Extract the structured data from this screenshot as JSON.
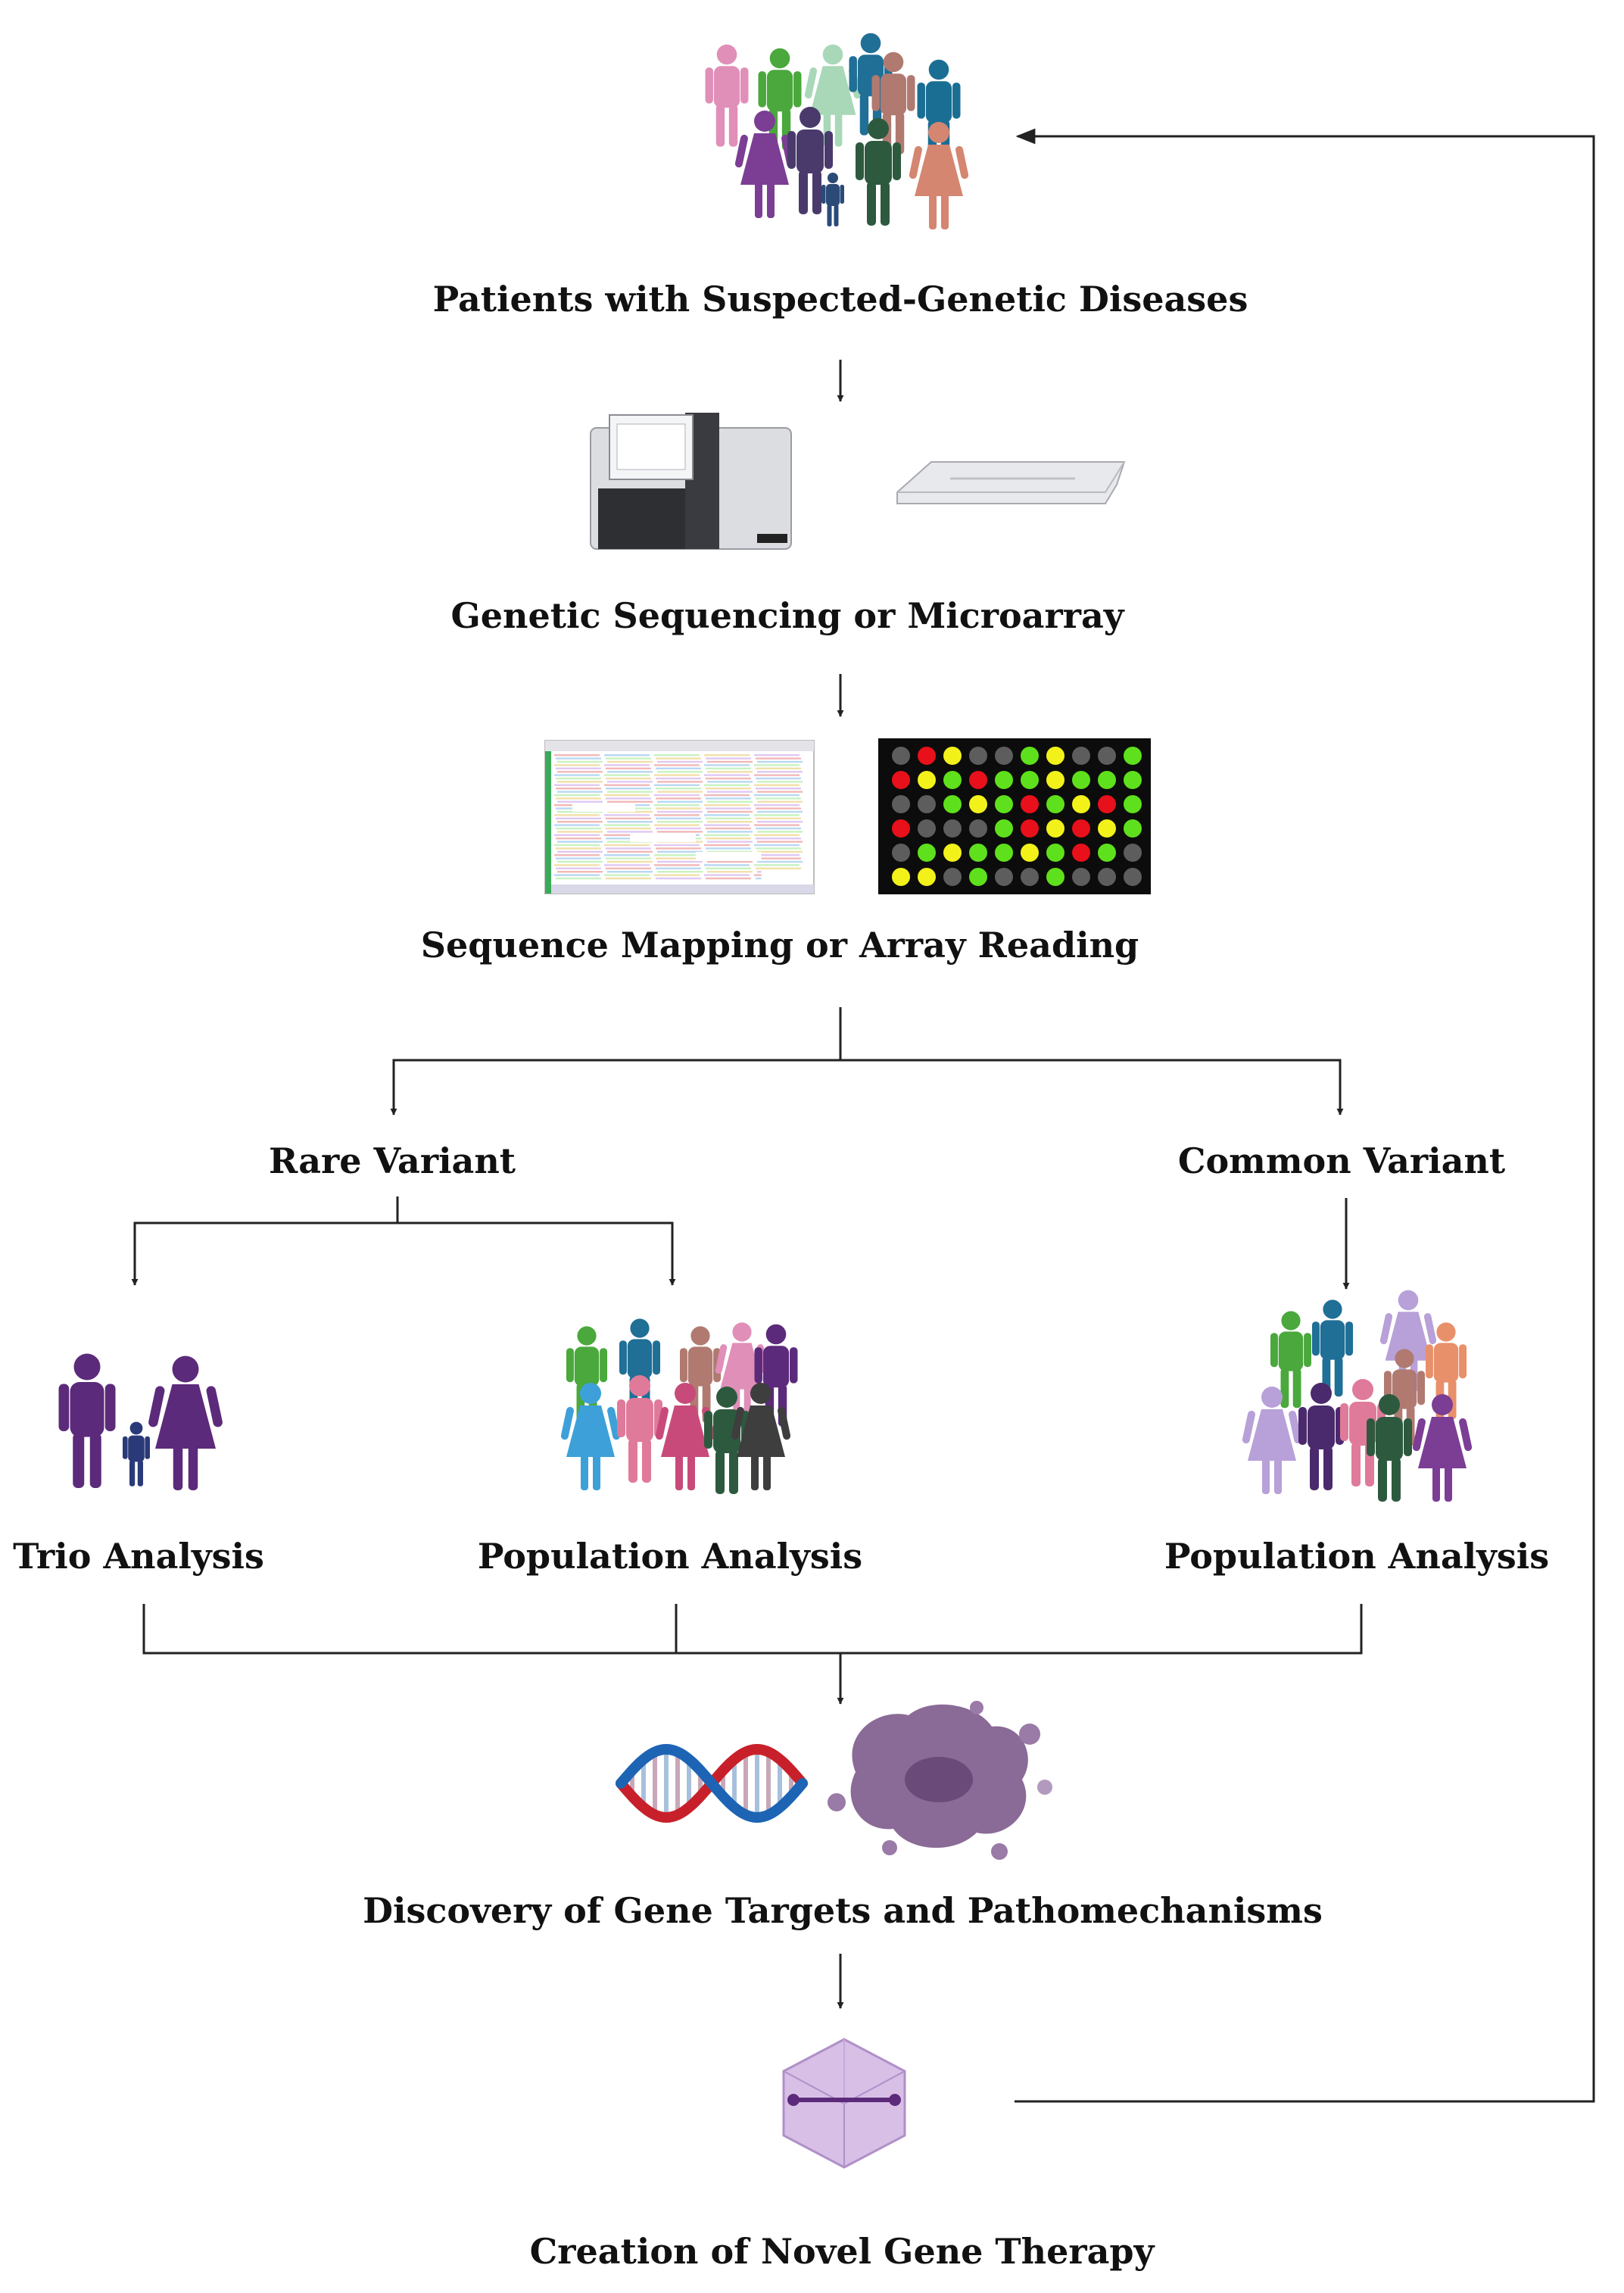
{
  "steps": {
    "patients": "Patients with Suspected-Genetic Diseases",
    "sequencing": "Genetic Sequencing or Microarray",
    "mapping": "Sequence Mapping or Array Reading",
    "rare": "Rare Variant",
    "common": "Common Variant",
    "trio": "Trio Analysis",
    "population_rare": "Population Analysis",
    "population_common": "Population Analysis",
    "discovery": "Discovery of Gene Targets and Pathomechanisms",
    "therapy": "Creation of Novel Gene Therapy"
  },
  "icons": {
    "patients": "crowd-icon",
    "sequencer": "sequencer-icon",
    "slide": "microarray-slide-icon",
    "alignment": "sequence-alignment-icon",
    "array": "microarray-grid-icon",
    "trio": "family-trio-icon",
    "population_rare": "crowd-icon",
    "population_common": "crowd-icon",
    "dna": "dna-helix-icon",
    "cell": "cell-icon",
    "vector": "viral-vector-icon"
  },
  "colors": {
    "line": "#222222",
    "array_red": "#e8101a",
    "array_yellow": "#f2f21a",
    "array_green": "#5fe01c",
    "array_gray": "#5d5d5d",
    "dna_red": "#c8202a",
    "dna_blue": "#1d64b4",
    "cell": "#7a5a86",
    "vector": "#c9a8dc"
  },
  "array_grid": [
    [
      "g",
      "r",
      "y",
      "g",
      "g",
      "G",
      "y",
      "g",
      "g",
      "G"
    ],
    [
      "r",
      "y",
      "G",
      "r",
      "G",
      "G",
      "y",
      "G",
      "G",
      "G"
    ],
    [
      "g",
      "g",
      "G",
      "y",
      "G",
      "r",
      "G",
      "y",
      "r",
      "G"
    ],
    [
      "r",
      "g",
      "g",
      "g",
      "G",
      "r",
      "y",
      "r",
      "y",
      "G"
    ],
    [
      "g",
      "G",
      "y",
      "G",
      "G",
      "y",
      "G",
      "r",
      "G",
      "g"
    ],
    [
      "y",
      "y",
      "g",
      "G",
      "g",
      "g",
      "G",
      "g",
      "g",
      "g"
    ]
  ]
}
